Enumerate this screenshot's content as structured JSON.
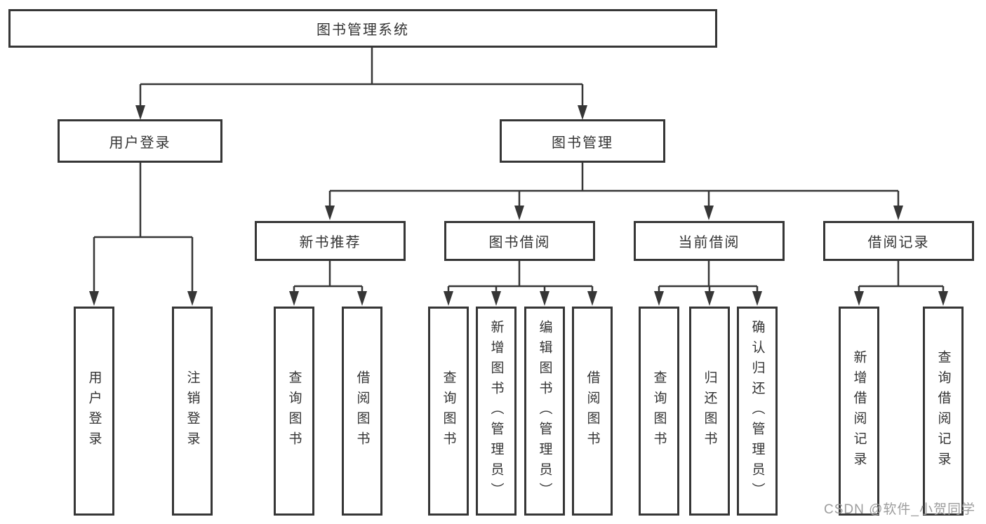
{
  "diagram": {
    "title": "图书管理系统",
    "branches": {
      "user_login": {
        "label": "用户登录",
        "children": [
          "用户登录",
          "注销登录"
        ]
      },
      "book_management": {
        "label": "图书管理",
        "sections": [
          {
            "label": "新书推荐",
            "children": [
              "查询图书",
              "借阅图书"
            ]
          },
          {
            "label": "图书借阅",
            "children": [
              "查询图书",
              "新增图书（管理员）",
              "编辑图书（管理员）",
              "借阅图书"
            ]
          },
          {
            "label": "当前借阅",
            "children": [
              "查询图书",
              "归还图书",
              "确认归还（管理员）"
            ]
          },
          {
            "label": "借阅记录",
            "children": [
              "新增借阅记录",
              "查询借阅记录"
            ]
          }
        ]
      }
    },
    "line_color": "#363636"
  },
  "watermark": "CSDN @软件_小贺同学"
}
